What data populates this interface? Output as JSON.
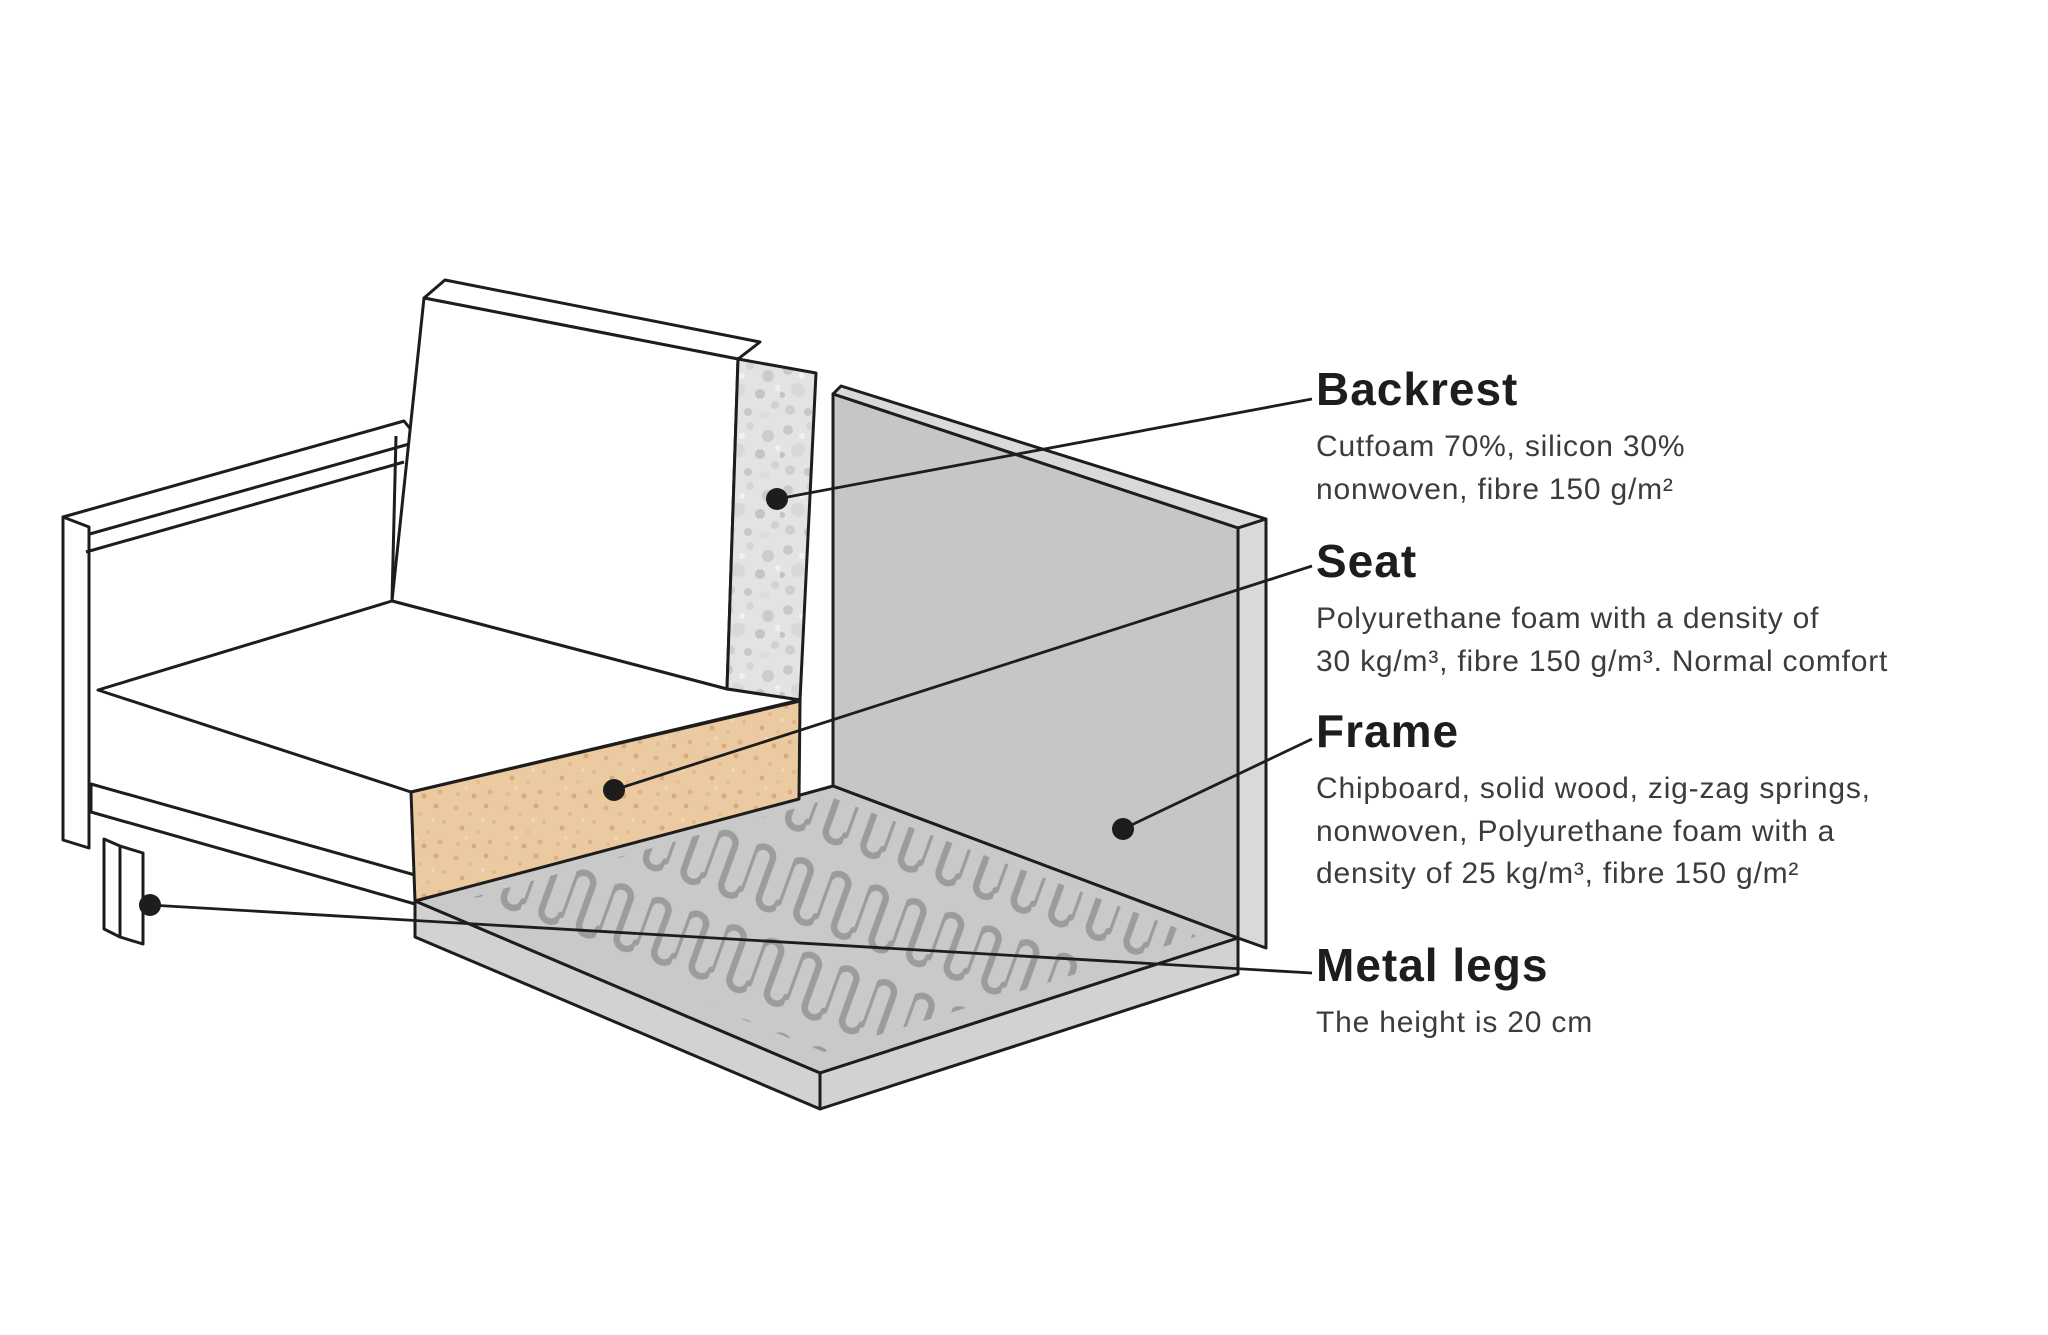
{
  "callouts": [
    {
      "id": "backrest",
      "title": "Backrest",
      "description": "Cutfoam 70%, silicon 30%\nnonwoven, fibre 150 g/m²"
    },
    {
      "id": "seat",
      "title": "Seat",
      "description": "Polyurethane foam with a density of\n30 kg/m³, fibre 150 g/m³. Normal comfort"
    },
    {
      "id": "frame",
      "title": "Frame",
      "description": "Chipboard, solid wood, zig-zag springs,\nnonwoven, Polyurethane foam with a\ndensity of 25 kg/m³, fibre 150 g/m²"
    },
    {
      "id": "metal_legs",
      "title": "Metal legs",
      "description": "The height is 20 cm"
    }
  ],
  "colors": {
    "background": "#ffffff",
    "outline": "#1d1d1b",
    "frame_gray": "#c6c6c6",
    "frame_edge_gray": "#d9d9d9",
    "springs_gray": "#9c9c9c",
    "seat_foam_tan": "#eccaa1",
    "backrest_foam_speckle": "#e3e3e3",
    "heading_text": "#1d1d1b",
    "body_text": "#3c3c3b"
  }
}
